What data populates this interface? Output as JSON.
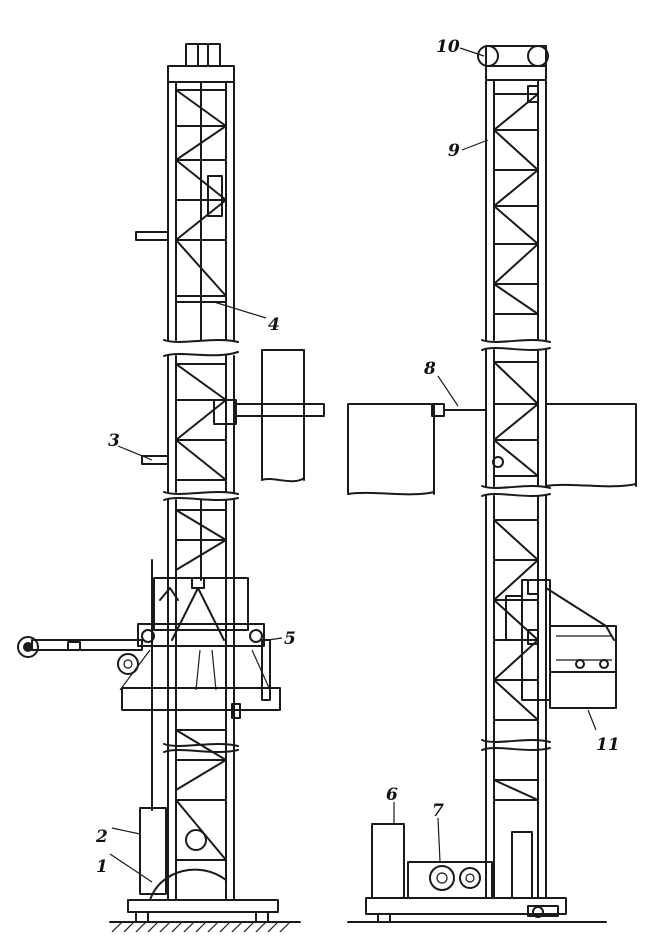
{
  "diagram": {
    "labels": {
      "l1": "1",
      "l2": "2",
      "l3": "3",
      "l4": "4",
      "l5": "5",
      "l6": "6",
      "l7": "7",
      "l8": "8",
      "l9": "9",
      "l10": "10",
      "l11": "11"
    }
  },
  "colors": {
    "ink": "#1a1a1a",
    "background": "#ffffff"
  }
}
